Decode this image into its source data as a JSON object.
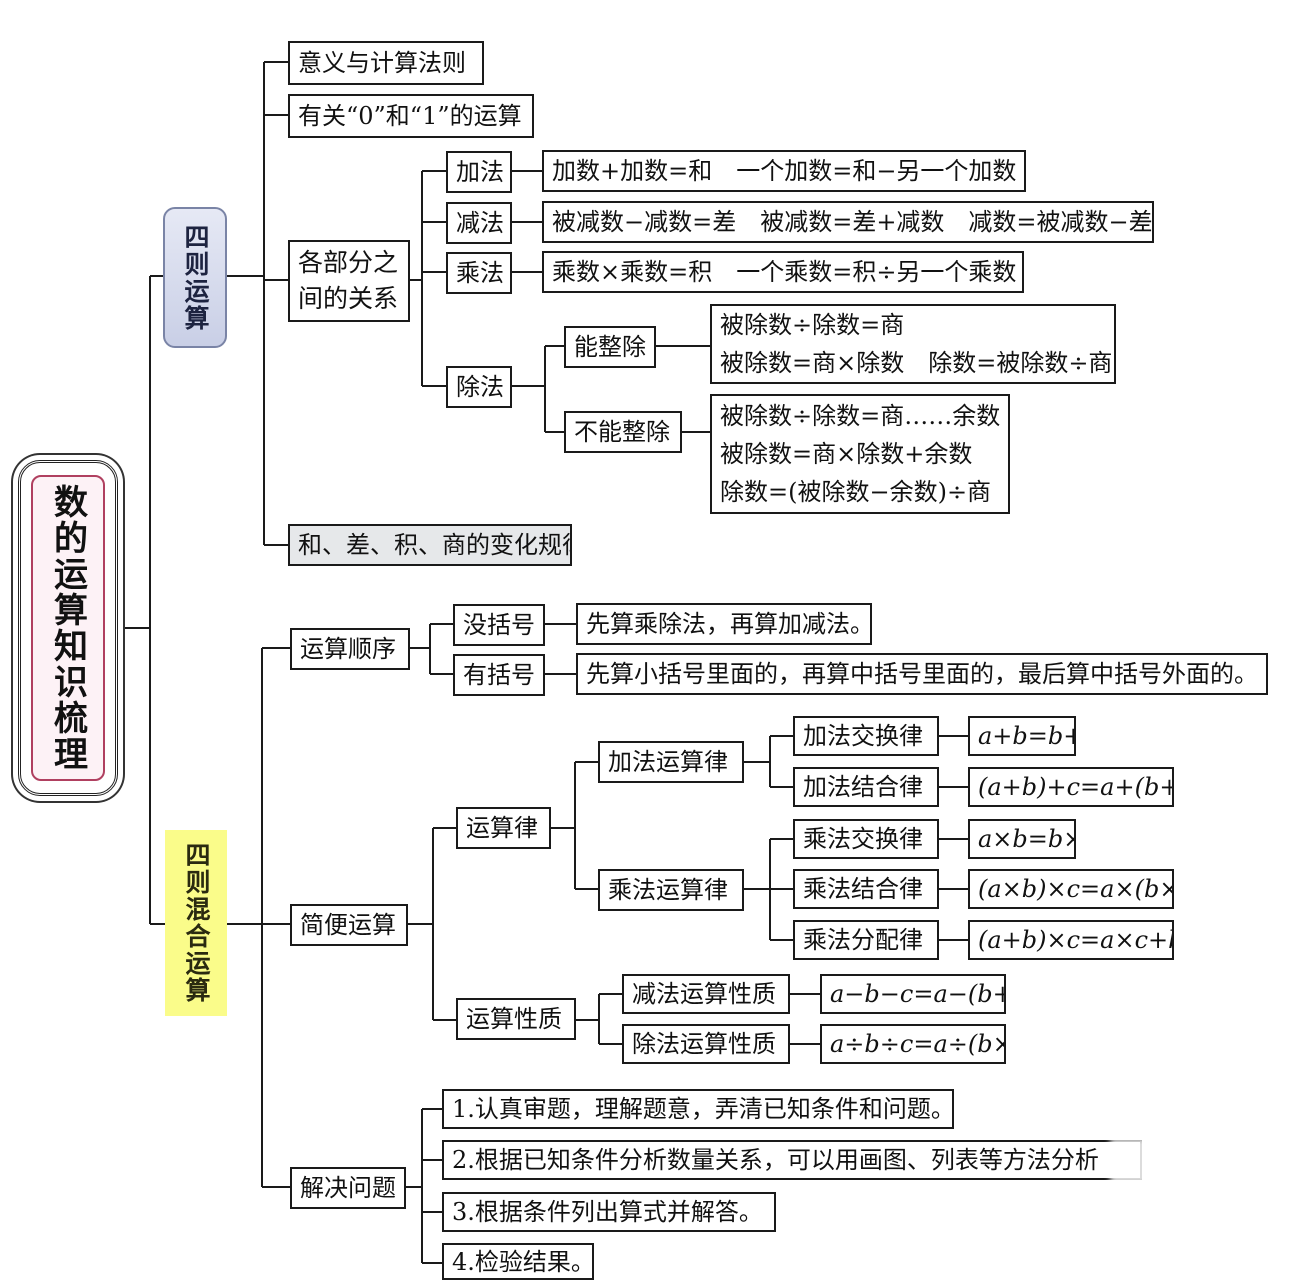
{
  "root": "数的运算知识梳理",
  "branch1": {
    "label": "四则运算",
    "meaning": "意义与计算法则",
    "zero_one": "有关“0”和“1”的运算",
    "relations": {
      "label": "各部分之间的关系",
      "add": {
        "label": "加法",
        "rule": "加数+加数=和　一个加数=和−另一个加数"
      },
      "sub": {
        "label": "减法",
        "rule": "被减数−减数=差　被减数=差+减数　减数=被减数−差"
      },
      "mul": {
        "label": "乘法",
        "rule": "乘数×乘数=积　一个乘数=积÷另一个乘数"
      },
      "div": {
        "label": "除法",
        "exact": {
          "label": "能整除",
          "lines": [
            "被除数÷除数=商",
            "被除数=商×除数　除数=被除数÷商"
          ]
        },
        "inexact": {
          "label": "不能整除",
          "lines": [
            "被除数÷除数=商……余数",
            "被除数=商×除数+余数",
            "除数=(被除数−余数)÷商"
          ]
        }
      }
    },
    "change": "和、差、积、商的变化规律"
  },
  "branch2": {
    "label": "四则混合运算",
    "order": {
      "label": "运算顺序",
      "no_bracket": {
        "label": "没括号",
        "rule": "先算乘除法，再算加减法。"
      },
      "bracket": {
        "label": "有括号",
        "rule": "先算小括号里面的，再算中括号里面的，最后算中括号外面的。"
      }
    },
    "simple": {
      "label": "简便运算",
      "laws": {
        "label": "运算律",
        "add": {
          "label": "加法运算律",
          "comm": {
            "label": "加法交换律",
            "formula": "a+b=b+a"
          },
          "assoc": {
            "label": "加法结合律",
            "formula": "(a+b)+c=a+(b+c)"
          }
        },
        "mul": {
          "label": "乘法运算律",
          "comm": {
            "label": "乘法交换律",
            "formula": "a×b=b×a"
          },
          "assoc": {
            "label": "乘法结合律",
            "formula": "(a×b)×c=a×(b×c)"
          },
          "dist": {
            "label": "乘法分配律",
            "formula": "(a+b)×c=a×c+b×c"
          }
        }
      },
      "props": {
        "label": "运算性质",
        "sub": {
          "label": "减法运算性质",
          "formula": "a−b−c=a−(b+c)"
        },
        "div": {
          "label": "除法运算性质",
          "formula": "a÷b÷c=a÷(b×c)"
        }
      }
    },
    "solve": {
      "label": "解决问题",
      "steps": [
        "1.认真审题，理解题意，弄清已知条件和问题。",
        "2.根据已知条件分析数量关系，可以用画图、列表等方法分析",
        "3.根据条件列出算式并解答。",
        "4.检验结果。"
      ]
    }
  }
}
